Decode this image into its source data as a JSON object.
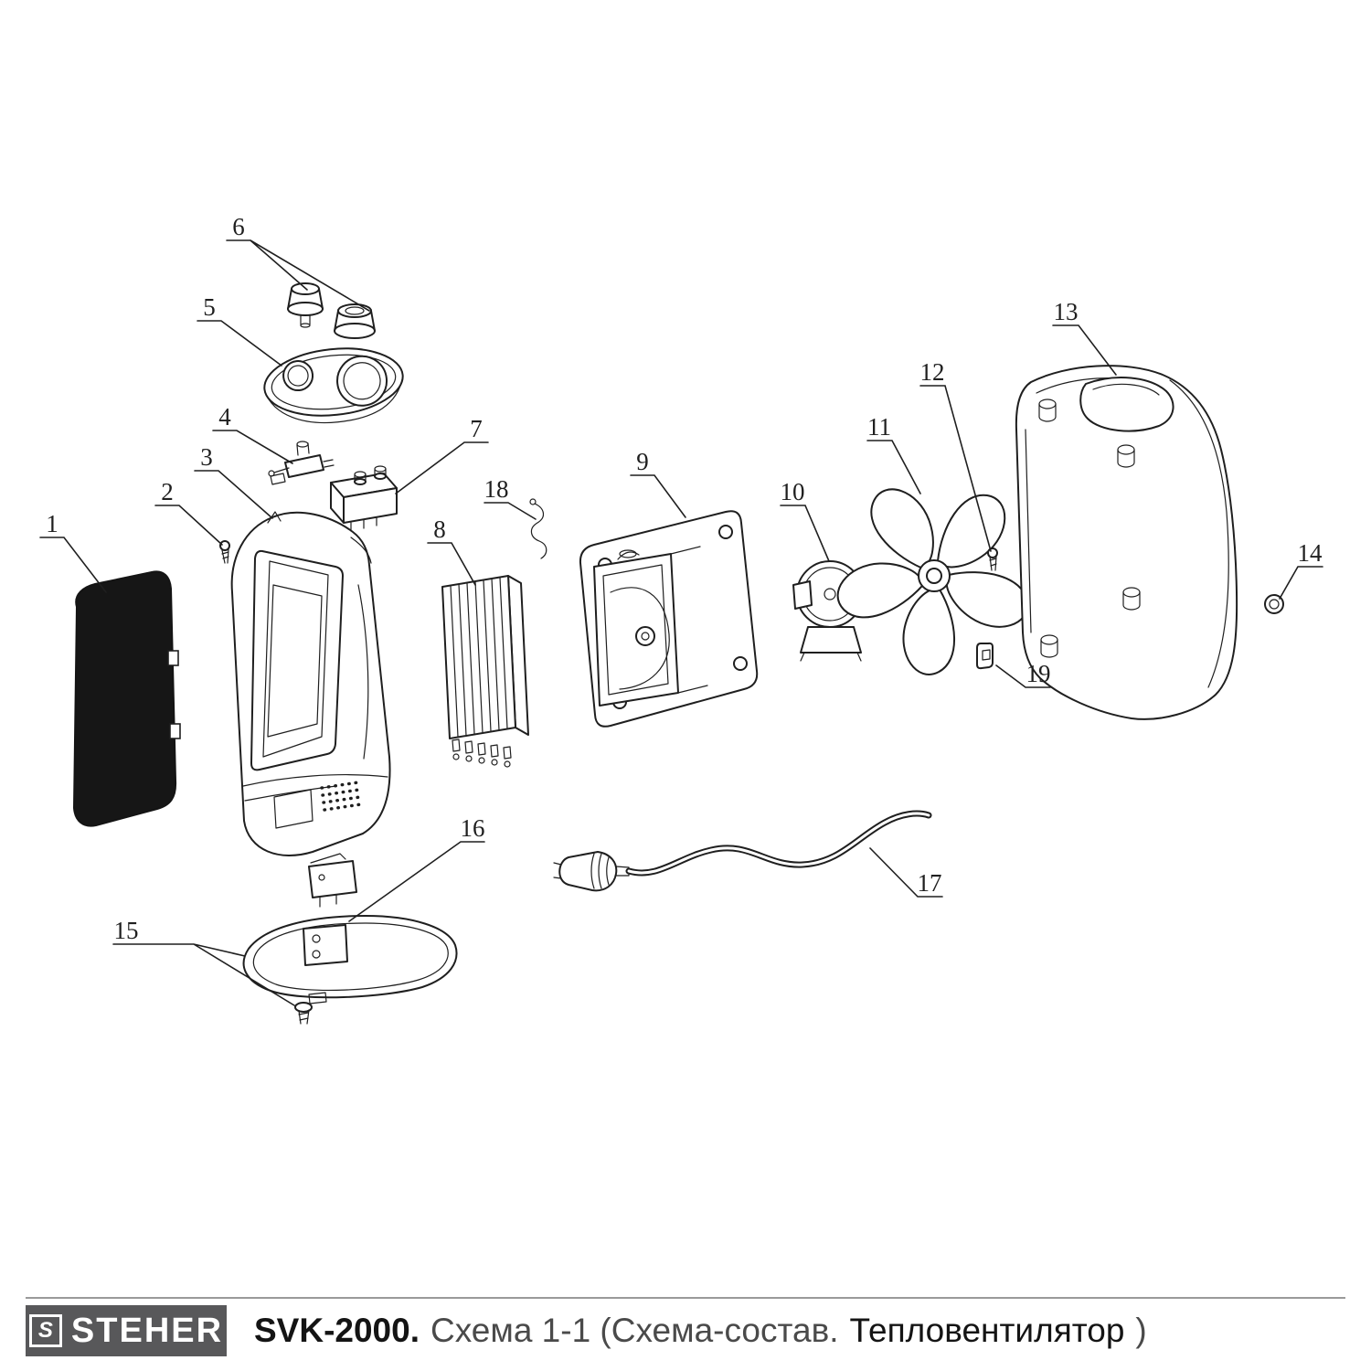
{
  "diagram": {
    "callouts": [
      "1",
      "2",
      "3",
      "4",
      "5",
      "6",
      "7",
      "8",
      "9",
      "10",
      "11",
      "12",
      "13",
      "14",
      "15",
      "16",
      "17",
      "18",
      "19"
    ]
  },
  "footer": {
    "brand": "STEHER",
    "logo_glyph": "S",
    "model": "SVK-2000.",
    "scheme": "Схема 1-1 (Схема-состав.",
    "product": "Тепловентилятор",
    "paren_close": ")"
  }
}
